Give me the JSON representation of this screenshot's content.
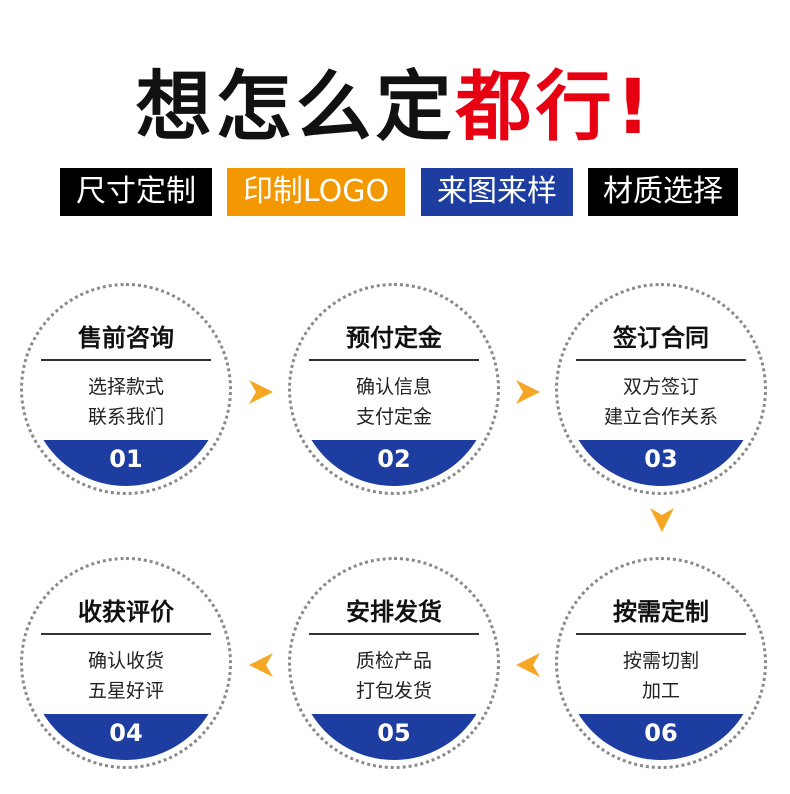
{
  "headline": {
    "part1": "想怎么定",
    "part2": "都行!"
  },
  "tags": [
    {
      "label": "尺寸定制"
    },
    {
      "label": "印制LOGO"
    },
    {
      "label": "来图来样"
    },
    {
      "label": "材质选择"
    }
  ],
  "steps": [
    {
      "title": "售前咨询",
      "line1": "选择款式",
      "line2": "联系我们",
      "num": "01"
    },
    {
      "title": "预付定金",
      "line1": "确认信息",
      "line2": "支付定金",
      "num": "02"
    },
    {
      "title": "签订合同",
      "line1": "双方签订",
      "line2": "建立合作关系",
      "num": "03"
    },
    {
      "title": "收获评价",
      "line1": "确认收货",
      "line2": "五星好评",
      "num": "04"
    },
    {
      "title": "安排发货",
      "line1": "质检产品",
      "line2": "打包发货",
      "num": "05"
    },
    {
      "title": "按需定制",
      "line1": "按需切割",
      "line2": "加工",
      "num": "06"
    }
  ],
  "colors": {
    "accent_red": "#e60012",
    "orange": "#f39800",
    "blue": "#1d3ea0",
    "arrow": "#f5a623"
  }
}
